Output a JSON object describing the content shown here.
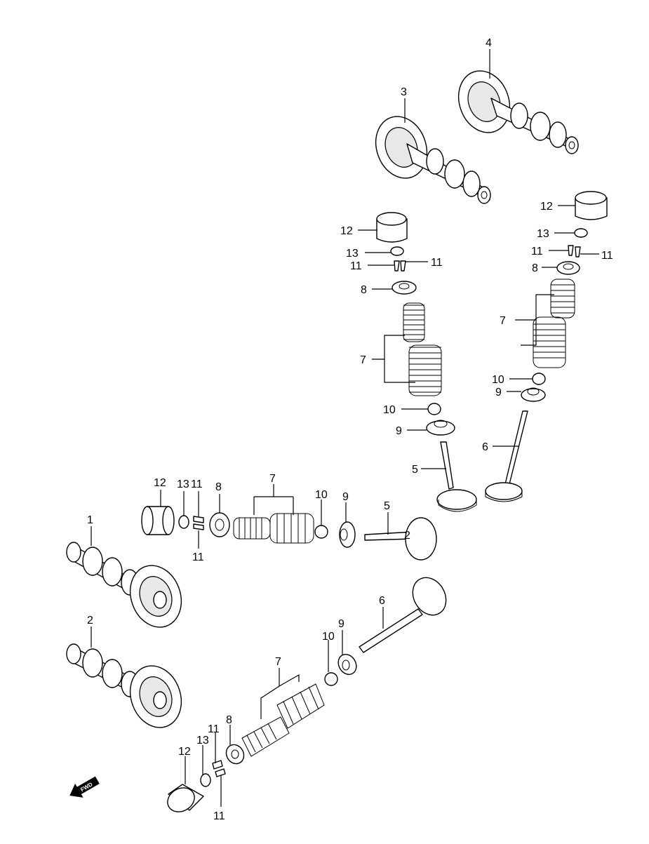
{
  "labels": {
    "n1": "1",
    "n2": "2",
    "n3": "3",
    "n4": "4",
    "n5": "5",
    "n6": "6",
    "n7": "7",
    "n8": "8",
    "n9": "9",
    "n10": "10",
    "n11": "11",
    "n12": "12",
    "n13": "13"
  },
  "fwd_badge": "FWD"
}
